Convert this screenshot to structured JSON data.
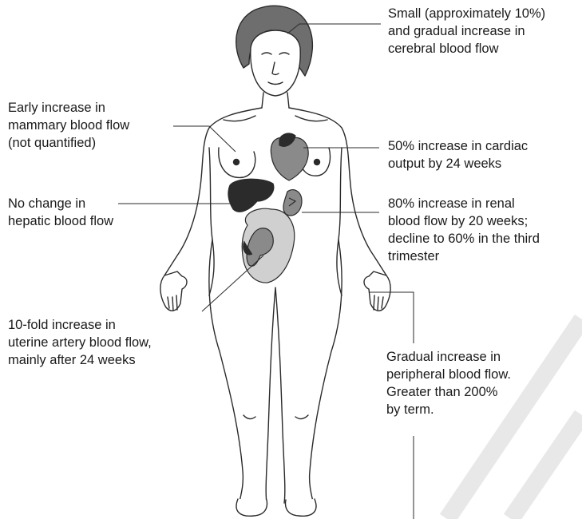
{
  "annotations": {
    "cerebral": [
      "Small (approximately 10%)",
      "and gradual increase in",
      "cerebral blood flow"
    ],
    "mammary": [
      "Early increase in",
      "mammary blood flow",
      "(not quantified)"
    ],
    "cardiac": [
      "50% increase in cardiac",
      "output by 24 weeks"
    ],
    "hepatic": [
      "No change in",
      "hepatic blood flow"
    ],
    "renal": [
      "80% increase in renal",
      "blood flow by 20 weeks;",
      "decline to 60% in the third",
      "trimester"
    ],
    "uterine": [
      "10-fold increase in",
      "uterine artery blood flow,",
      "mainly after 24 weeks"
    ],
    "peripheral": [
      "Gradual increase in",
      "peripheral blood flow.",
      "Greater than 200%",
      "by term."
    ]
  },
  "colors": {
    "outline": "#2a2a2a",
    "hair": "#6e6e6e",
    "organ_dark": "#2b2b2b",
    "organ_mid": "#8a8a8a",
    "uterus": "#d0d0d0",
    "watermark": "#e8e8e8"
  }
}
